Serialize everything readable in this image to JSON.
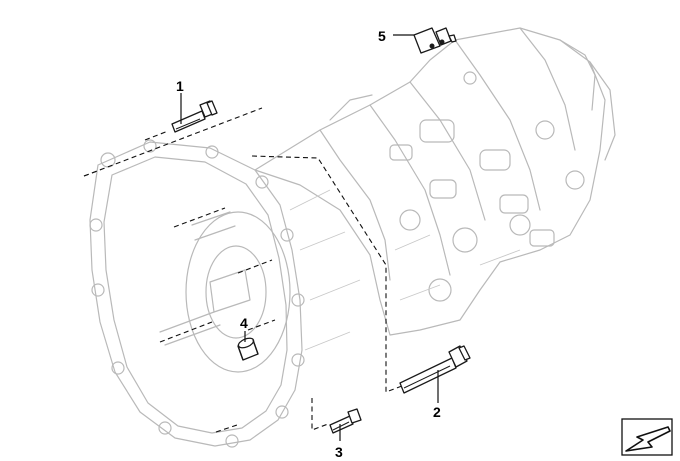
{
  "diagram": {
    "callouts": [
      {
        "id": "1",
        "label": "1"
      },
      {
        "id": "2",
        "label": "2"
      },
      {
        "id": "3",
        "label": "3"
      },
      {
        "id": "4",
        "label": "4"
      },
      {
        "id": "5",
        "label": "5"
      }
    ],
    "nav_icon": "arrow-box-icon"
  }
}
